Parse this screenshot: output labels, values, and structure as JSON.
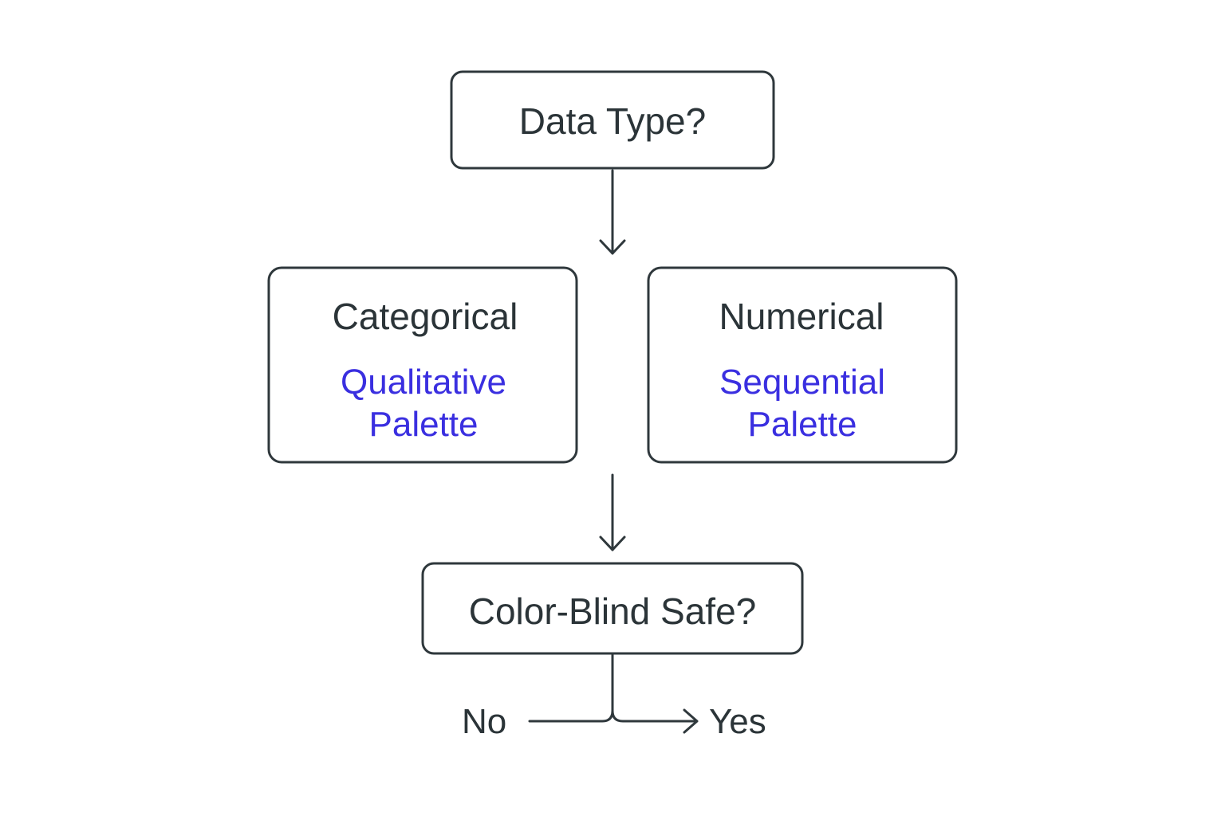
{
  "colors": {
    "text": "#2b3438",
    "stroke": "#2f383c",
    "accent": "#3a2fe0",
    "background": "#ffffff"
  },
  "nodes": {
    "data_type": {
      "title": "Data Type?"
    },
    "categorical": {
      "title": "Categorical",
      "palette_line1": "Qualitative",
      "palette_line2": "Palette"
    },
    "numerical": {
      "title": "Numerical",
      "palette_line1": "Sequential",
      "palette_line2": "Palette"
    },
    "color_blind": {
      "title": "Color-Blind Safe?"
    }
  },
  "branches": {
    "no": "No",
    "yes": "Yes"
  }
}
